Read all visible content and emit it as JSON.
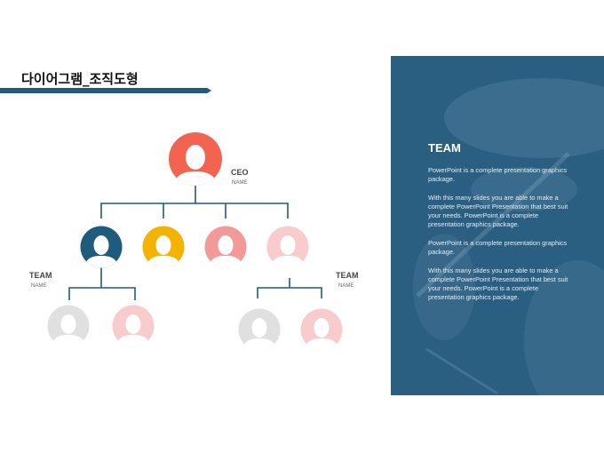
{
  "header": {
    "title": "다이어그램_조직도형"
  },
  "diagram": {
    "ceo": {
      "label": "CEO",
      "sub": "NAME"
    },
    "team_left": {
      "label": "TEAM",
      "sub": "NAME"
    },
    "team_right": {
      "label": "TEAM",
      "sub": "NAME"
    },
    "colors": {
      "ceo": "#f26450",
      "level2": [
        "#1f5b7c",
        "#f4b300",
        "#f29a9a",
        "#f8cccc"
      ],
      "level3": [
        "#e0e0e0",
        "#f8cccc",
        "#e0e0e0",
        "#f8cccc"
      ],
      "connector": "#1f5b7c"
    }
  },
  "panel": {
    "heading": "TEAM",
    "paragraphs": [
      "PowerPoint is a complete presentation graphics package.",
      "With this many slides you are able to make a complete PowerPoint Presentation that best suit your needs. PowerPoint is a complete presentation graphics package.",
      "PowerPoint is a complete presentation graphics package.",
      "With this many slides you are able to make a complete PowerPoint Presentation that best suit your needs. PowerPoint is a complete presentation graphics package."
    ]
  }
}
